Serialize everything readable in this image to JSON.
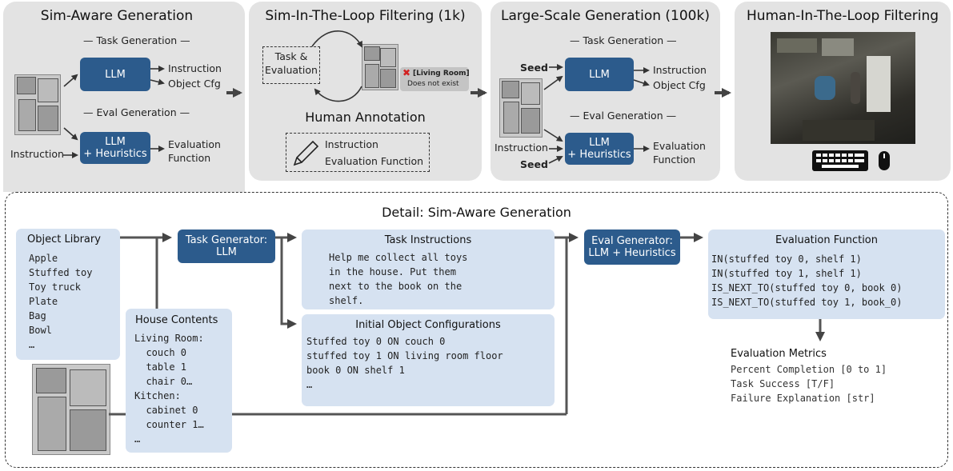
{
  "panel1": {
    "title": "Sim-Aware Generation",
    "task_generation": "Task Generation",
    "llm": "LLM",
    "instruction_out": "Instruction",
    "object_cfg_out": "Object Cfg",
    "eval_generation": "Eval Generation",
    "llm_heuristics_1": "LLM",
    "llm_heuristics_2": "+ Heuristics",
    "instruction_in": "Instruction",
    "eval_fn_1": "Evaluation",
    "eval_fn_2": "Function"
  },
  "panel2": {
    "title": "Sim-In-The-Loop Filtering (1k)",
    "task_eval_1": "Task &",
    "task_eval_2": "Evaluation",
    "error_label": "[Living Room]",
    "error_text": "Does not exist",
    "human_annotation": "Human Annotation",
    "ann_instruction": "Instruction",
    "ann_eval_fn": "Evaluation Function"
  },
  "panel3": {
    "title": "Large-Scale Generation (100k)",
    "seed_top": "Seed",
    "task_generation": "Task Generation",
    "llm": "LLM",
    "instruction_out": "Instruction",
    "object_cfg_out": "Object Cfg",
    "eval_generation": "Eval Generation",
    "instruction_in": "Instruction",
    "seed_bottom": "Seed",
    "llm_heuristics_1": "LLM",
    "llm_heuristics_2": "+ Heuristics",
    "eval_fn_1": "Evaluation",
    "eval_fn_2": "Function"
  },
  "panel4": {
    "title": "Human-In-The-Loop Filtering"
  },
  "detail": {
    "title": "Detail: Sim-Aware Generation",
    "object_library": {
      "title": "Object Library",
      "items": [
        "Apple",
        "Stuffed toy",
        "Toy truck",
        "Plate",
        "Bag",
        "Bowl",
        "…"
      ]
    },
    "task_generator": {
      "line1": "Task Generator:",
      "line2": "LLM"
    },
    "task_instructions": {
      "title": "Task Instructions",
      "lines": [
        "Help me collect all toys",
        "in the house. Put them",
        "next to the book on the",
        "shelf."
      ]
    },
    "house_contents": {
      "title": "House Contents",
      "lines": [
        "Living Room:",
        "  couch 0",
        "  table 1",
        "  chair 0…",
        "Kitchen:",
        "  cabinet 0",
        "  counter 1…",
        "…"
      ]
    },
    "initial_configs": {
      "title": "Initial Object Configurations",
      "lines": [
        "Stuffed toy 0 ON couch 0",
        "stuffed toy 1 ON living room floor",
        "book 0 ON shelf 1",
        "…"
      ]
    },
    "eval_generator": {
      "line1": "Eval Generator:",
      "line2": "LLM + Heuristics"
    },
    "evaluation_function": {
      "title": "Evaluation Function",
      "lines": [
        "IN(stuffed toy 0, shelf 1)",
        "IN(stuffed toy 1, shelf 1)",
        "IS_NEXT_TO(stuffed toy 0, book 0)",
        "IS_NEXT_TO(stuffed toy 1, book_0)"
      ]
    },
    "evaluation_metrics": {
      "title": "Evaluation Metrics",
      "lines": [
        "Percent Completion [0 to 1]",
        "Task Success [T/F]",
        "Failure Explanation [str]"
      ]
    }
  },
  "colors": {
    "panel": "#e3e3e3",
    "llm": "#2c5b8c",
    "light": "#d6e2f1",
    "error": "#d22222"
  }
}
